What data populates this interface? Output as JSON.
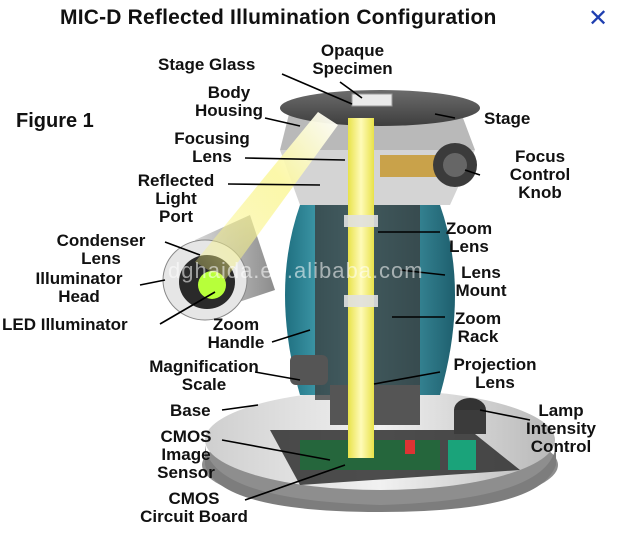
{
  "header": {
    "title": "MIC-D Reflected Illumination Configuration",
    "close_glyph": "✕"
  },
  "figure_label": "Figure 1",
  "watermark": "dghaida.en.alibaba.com",
  "labels": {
    "stage_glass": "Stage Glass",
    "opaque_specimen": "Opaque\nSpecimen",
    "body_housing": "Body\nHousing",
    "stage": "Stage",
    "focusing_lens": "Focusing\nLens",
    "focus_control_knob": "Focus\nControl\nKnob",
    "reflected_light_port": "Reflected\nLight\nPort",
    "condenser_lens": "Condenser\nLens",
    "zoom_lens": "Zoom\nLens",
    "illuminator_head": "Illuminator\nHead",
    "lens_mount": "Lens\nMount",
    "led_illuminator": "LED Illuminator",
    "zoom_handle": "Zoom\nHandle",
    "zoom_rack": "Zoom\nRack",
    "magnification_scale": "Magnification\nScale",
    "projection_lens": "Projection\nLens",
    "base": "Base",
    "lamp_intensity_control": "Lamp\nIntensity\nControl",
    "cmos_image_sensor": "CMOS\nImage\nSensor",
    "cmos_circuit_board": "CMOS\nCircuit Board"
  },
  "colors": {
    "close_icon": "#1f3fb0",
    "light_beam": "#f4ef6a",
    "body_blue": "#3a9fb0",
    "housing_gray": "#9a9a9a",
    "dark_gray": "#4a4a4a",
    "brass": "#c9a24a"
  }
}
